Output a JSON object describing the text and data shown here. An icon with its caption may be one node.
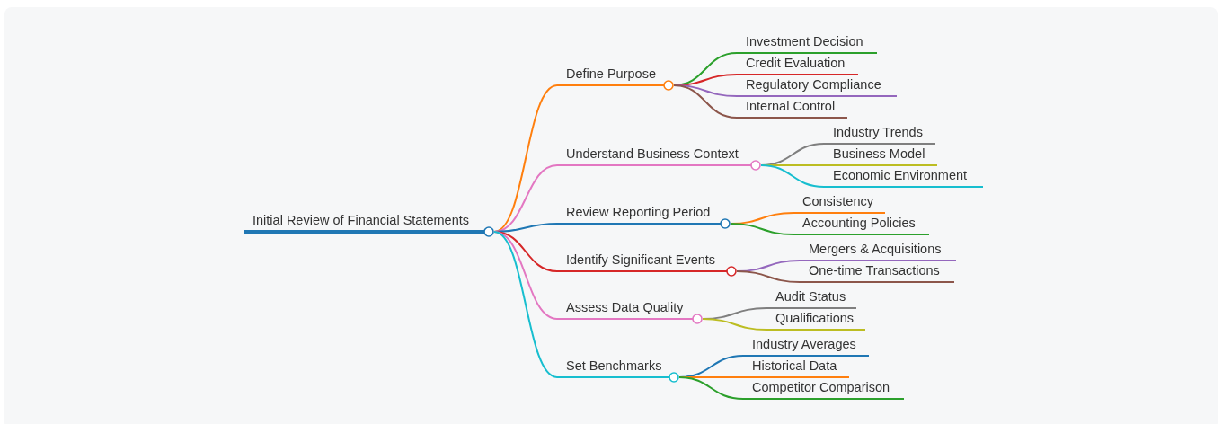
{
  "diagram": {
    "nodes": [
      {
        "text": [
          "Initial Review of Financial Statements"
        ]
      },
      {
        "text": [
          "Define Purpose"
        ]
      },
      {
        "text": [
          "Investment Decision"
        ]
      },
      {
        "text": [
          "Credit Evaluation"
        ]
      },
      {
        "text": [
          "Regulatory Compliance"
        ]
      },
      {
        "text": [
          "Internal Control"
        ]
      },
      {
        "text": [
          "Understand Business Context"
        ]
      },
      {
        "text": [
          "Industry Trends"
        ]
      },
      {
        "text": [
          "Business Model"
        ]
      },
      {
        "text": [
          "Economic Environment"
        ]
      },
      {
        "text": [
          "Review Reporting Period"
        ]
      },
      {
        "text": [
          "Consistency"
        ]
      },
      {
        "text": [
          "Accounting Policies"
        ]
      },
      {
        "text": [
          "Identify Significant Events"
        ]
      },
      {
        "text": [
          "Mergers & Acquisitions"
        ]
      },
      {
        "text": [
          "One-time Transactions"
        ]
      },
      {
        "text": [
          "Assess Data Quality"
        ]
      },
      {
        "text": [
          "Audit Status"
        ]
      },
      {
        "text": [
          "Qualifications"
        ]
      },
      {
        "text": [
          "Set Benchmarks"
        ]
      },
      {
        "text": [
          "Industry Averages"
        ]
      },
      {
        "text": [
          "Historical Data"
        ]
      },
      {
        "text": [
          "Competitor Comparison"
        ]
      }
    ],
    "edges": [
      {
        "from": 0,
        "to": 1,
        "arrow": "none",
        "color": "#ff7f0e"
      },
      {
        "from": 1,
        "to": 2,
        "arrow": "none",
        "color": "#2ca02c"
      },
      {
        "from": 1,
        "to": 3,
        "arrow": "none",
        "color": "#d62728"
      },
      {
        "from": 1,
        "to": 4,
        "arrow": "none",
        "color": "#9467bd"
      },
      {
        "from": 1,
        "to": 5,
        "arrow": "none",
        "color": "#8c564b"
      },
      {
        "from": 0,
        "to": 6,
        "arrow": "none",
        "color": "#e377c2"
      },
      {
        "from": 6,
        "to": 7,
        "arrow": "none",
        "color": "#7f7f7f"
      },
      {
        "from": 6,
        "to": 8,
        "arrow": "none",
        "color": "#bcbd22"
      },
      {
        "from": 6,
        "to": 9,
        "arrow": "none",
        "color": "#17becf"
      },
      {
        "from": 0,
        "to": 10,
        "arrow": "none",
        "color": "#1f77b4"
      },
      {
        "from": 10,
        "to": 11,
        "arrow": "none",
        "color": "#ff7f0e"
      },
      {
        "from": 10,
        "to": 12,
        "arrow": "none",
        "color": "#2ca02c"
      },
      {
        "from": 0,
        "to": 13,
        "arrow": "none",
        "color": "#d62728"
      },
      {
        "from": 13,
        "to": 14,
        "arrow": "none",
        "color": "#9467bd"
      },
      {
        "from": 13,
        "to": 15,
        "arrow": "none",
        "color": "#8c564b"
      },
      {
        "from": 0,
        "to": 16,
        "arrow": "none",
        "color": "#e377c2"
      },
      {
        "from": 16,
        "to": 17,
        "arrow": "none",
        "color": "#7f7f7f"
      },
      {
        "from": 16,
        "to": 18,
        "arrow": "none",
        "color": "#bcbd22"
      },
      {
        "from": 0,
        "to": 19,
        "arrow": "none",
        "color": "#17becf"
      },
      {
        "from": 19,
        "to": 20,
        "arrow": "none",
        "color": "#1f77b4"
      },
      {
        "from": 19,
        "to": 21,
        "arrow": "none",
        "color": "#ff7f0e"
      },
      {
        "from": 19,
        "to": 22,
        "arrow": "none",
        "color": "#2ca02c"
      }
    ]
  }
}
